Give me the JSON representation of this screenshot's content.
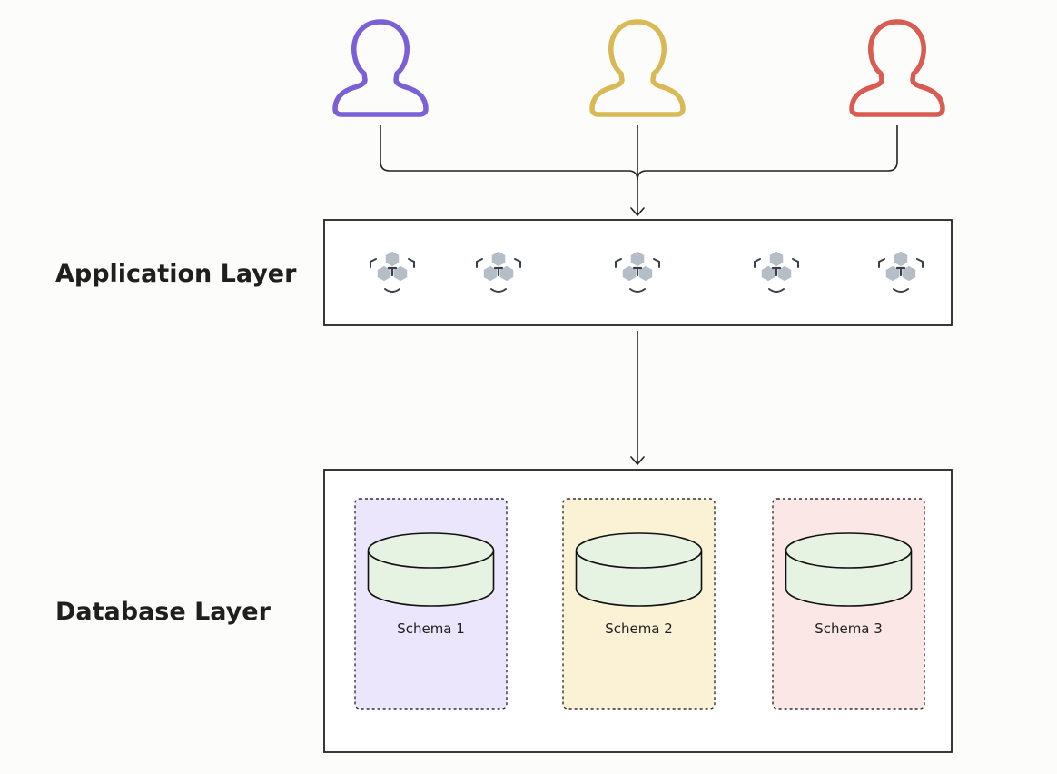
{
  "layers": {
    "application_label": "Application Layer",
    "database_label": "Database Layer"
  },
  "users": [
    {
      "icon": "user-icon",
      "color": "#7b5fd6"
    },
    {
      "icon": "user-icon",
      "color": "#d9b956"
    },
    {
      "icon": "user-icon",
      "color": "#d85c52"
    }
  ],
  "application_services": [
    {
      "icon": "service-cluster-icon"
    },
    {
      "icon": "service-cluster-icon"
    },
    {
      "icon": "service-cluster-icon"
    },
    {
      "icon": "service-cluster-icon"
    },
    {
      "icon": "service-cluster-icon"
    }
  ],
  "schemas": [
    {
      "label": "Schema 1",
      "fill": "#ebe6fb"
    },
    {
      "label": "Schema 2",
      "fill": "#fbf2d6"
    },
    {
      "label": "Schema 3",
      "fill": "#fbe7e5"
    }
  ],
  "colors": {
    "line": "#222222",
    "cylinder_fill": "#e7f3e2",
    "service_icon": "#b5bec7",
    "service_icon_dark": "#3a4048"
  }
}
